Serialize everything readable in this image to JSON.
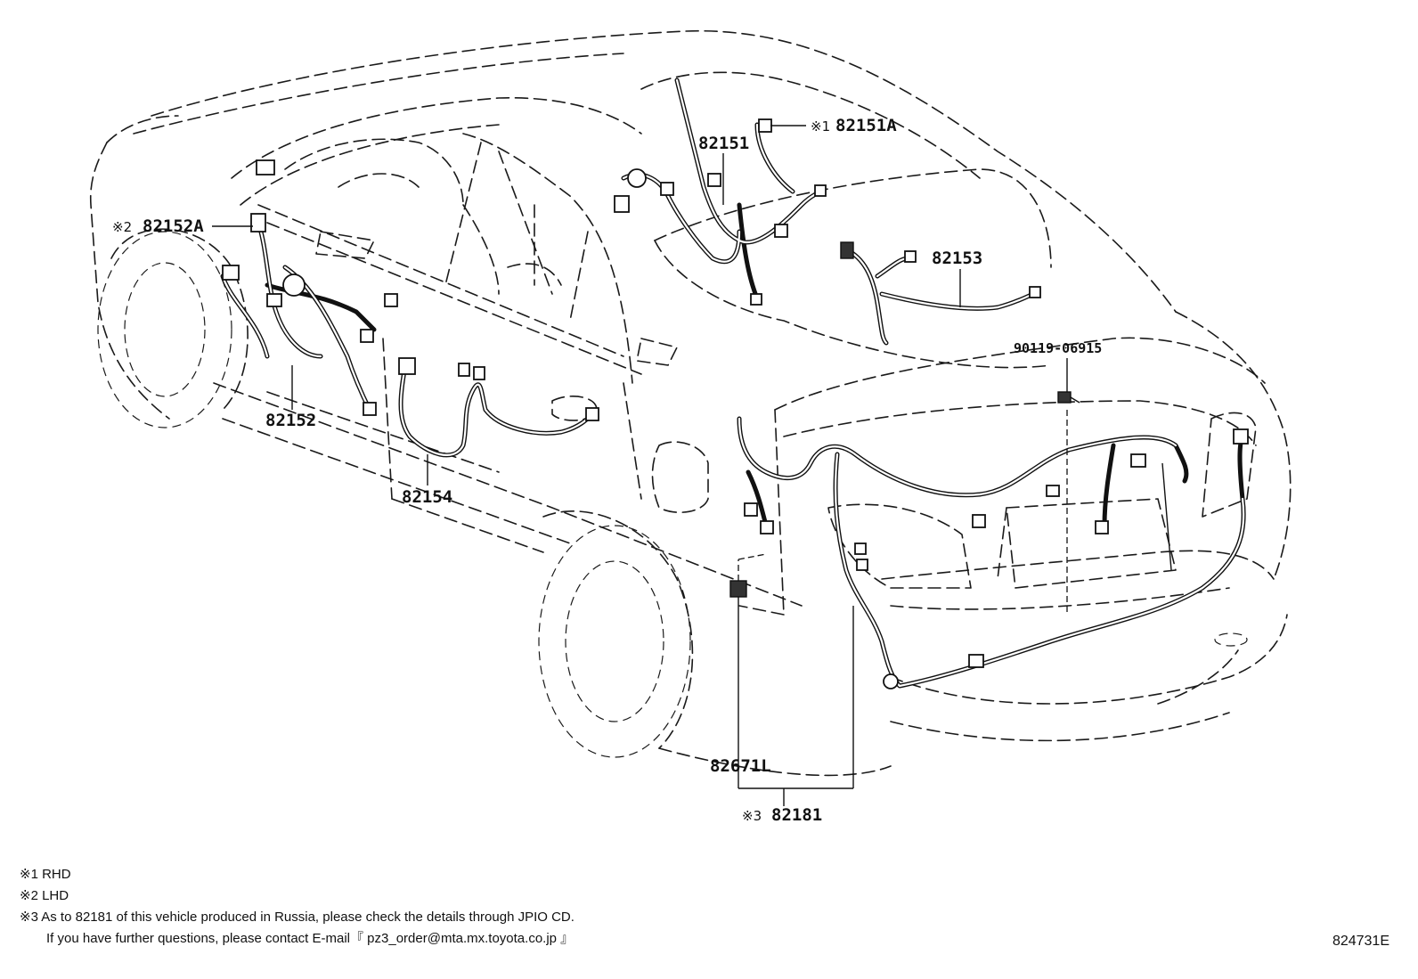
{
  "parts": {
    "p82151A": {
      "mark": "※1",
      "number": "82151A"
    },
    "p82151": {
      "number": "82151"
    },
    "p82152A": {
      "mark": "※2",
      "number": "82152A"
    },
    "p82152": {
      "number": "82152"
    },
    "p82153": {
      "number": "82153"
    },
    "p82154": {
      "number": "82154"
    },
    "p9011906915": {
      "number": "90119-06915"
    },
    "p82671L": {
      "number": "82671L"
    },
    "p82181": {
      "mark": "※3",
      "number": "82181"
    }
  },
  "notes": [
    "※1 RHD",
    "※2 LHD",
    "※3 As to 82181 of this vehicle produced in Russia, please check the details through JPIO CD.",
    "If you have further questions, please contact E-mail『 pz3_order@mta.mx.toyota.co.jp 』"
  ],
  "diagram_code": "824731E"
}
